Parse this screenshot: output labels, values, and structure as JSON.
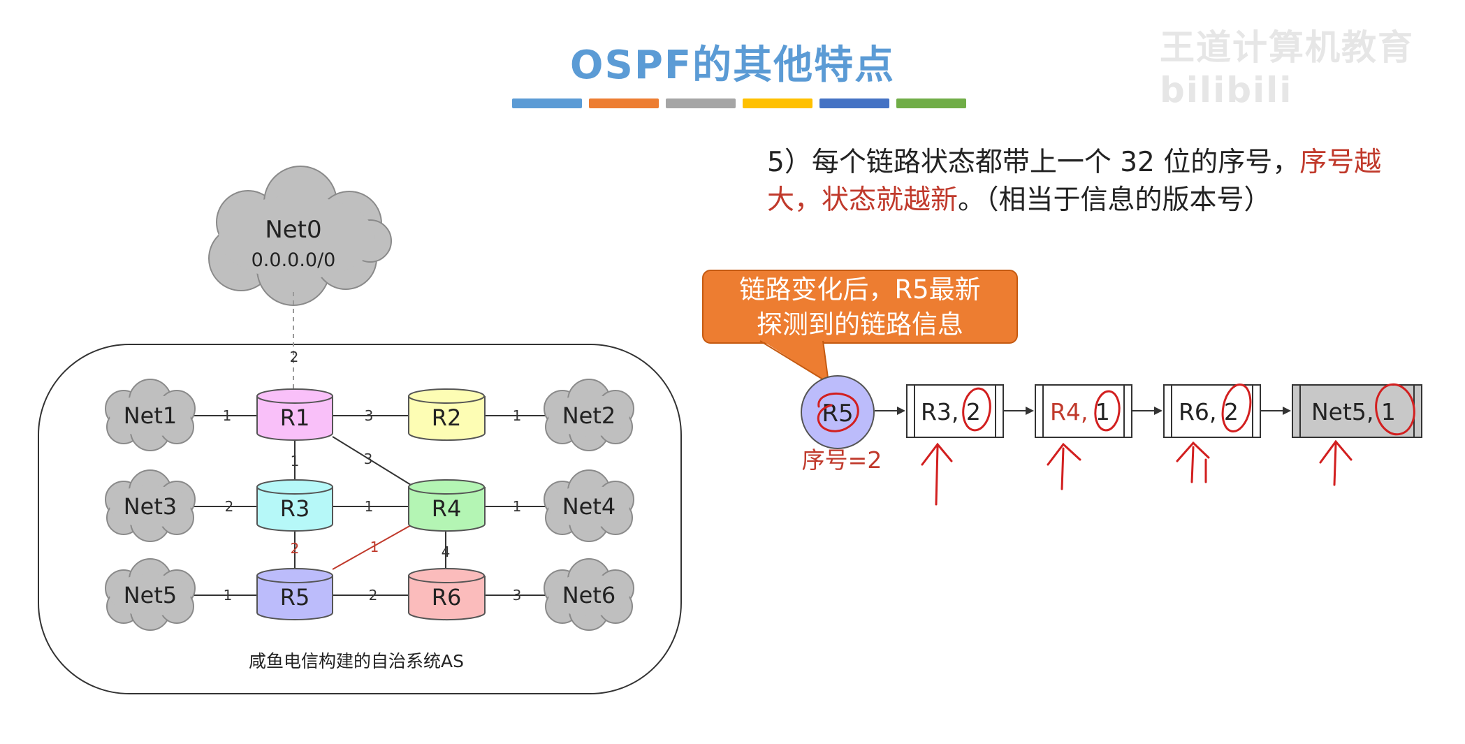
{
  "slide": {
    "title": "OSPF的其他特点",
    "accent_colors": [
      "#5b9bd5",
      "#ed7d31",
      "#a5a5a5",
      "#ffc000",
      "#4472c4",
      "#70ad47"
    ],
    "watermark": "王道计算机教育 bilibili"
  },
  "point": {
    "prefix": "5）每个链路状态都带上一个 32 位的序号，",
    "highlight": "序号越大，状态就越新",
    "suffix": "。（相当于信息的版本号）"
  },
  "topology": {
    "cloud_top": {
      "name": "Net0",
      "addr": "0.0.0.0/0"
    },
    "caption": "咸鱼电信构建的自治系统AS",
    "routers": [
      {
        "label": "R1",
        "color": "#f9c0f9"
      },
      {
        "label": "R2",
        "color": "#fdfdb4"
      },
      {
        "label": "R3",
        "color": "#b6f8f8"
      },
      {
        "label": "R4",
        "color": "#b4f5b4"
      },
      {
        "label": "R5",
        "color": "#bcbcfb"
      },
      {
        "label": "R6",
        "color": "#fbbcbc"
      }
    ],
    "networks": [
      "Net1",
      "Net2",
      "Net3",
      "Net4",
      "Net5",
      "Net6"
    ],
    "links": [
      {
        "from": "Net0",
        "to": "R1",
        "cost": "2"
      },
      {
        "from": "Net1",
        "to": "R1",
        "cost": "1"
      },
      {
        "from": "R1",
        "to": "R2",
        "cost": "3"
      },
      {
        "from": "R2",
        "to": "Net2",
        "cost": "1"
      },
      {
        "from": "R1",
        "to": "R3",
        "cost": "1"
      },
      {
        "from": "R1",
        "to": "R4",
        "cost": "3"
      },
      {
        "from": "Net3",
        "to": "R3",
        "cost": "2"
      },
      {
        "from": "R3",
        "to": "R4",
        "cost": "1"
      },
      {
        "from": "R4",
        "to": "Net4",
        "cost": "1"
      },
      {
        "from": "R3",
        "to": "R5",
        "cost": "2"
      },
      {
        "from": "R5",
        "to": "R4",
        "cost": "1"
      },
      {
        "from": "R4",
        "to": "R6",
        "cost": "4"
      },
      {
        "from": "Net5",
        "to": "R5",
        "cost": "1"
      },
      {
        "from": "R5",
        "to": "R6",
        "cost": "2"
      },
      {
        "from": "R6",
        "to": "Net6",
        "cost": "3"
      }
    ]
  },
  "link_state": {
    "callout_line1": "链路变化后，R5最新",
    "callout_line2": "探测到的链路信息",
    "head": "R5",
    "sequence_note": "序号=2",
    "entries": [
      {
        "node": "R3",
        "cost": "2",
        "shaded": false
      },
      {
        "node": "R4",
        "cost": "1",
        "shaded": false
      },
      {
        "node": "R6",
        "cost": "2",
        "shaded": false
      },
      {
        "node": "Net5",
        "cost": "1",
        "shaded": true
      }
    ]
  }
}
